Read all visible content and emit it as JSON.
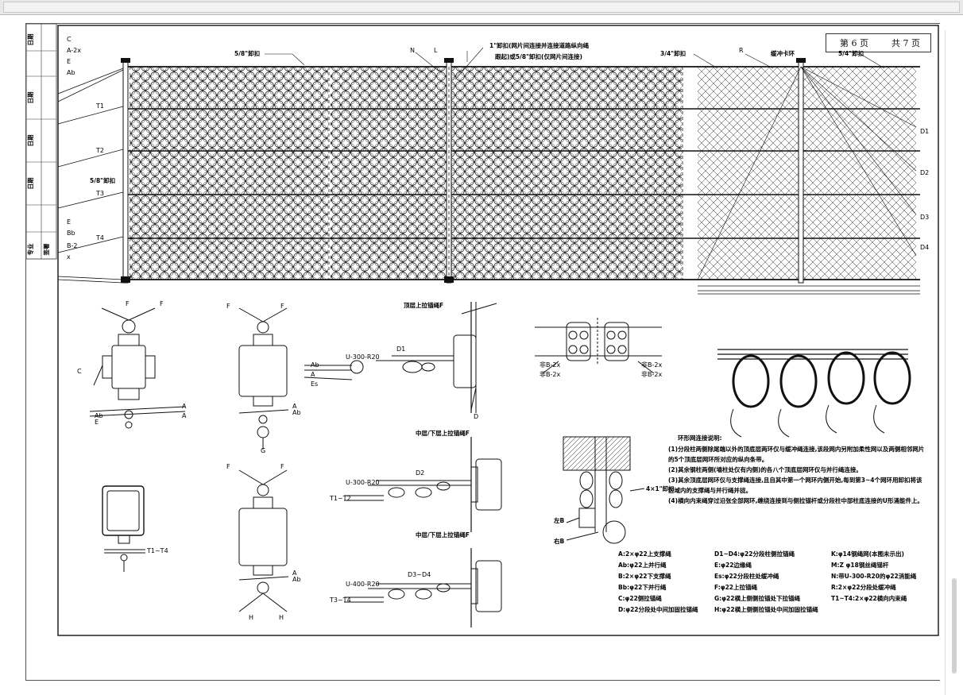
{
  "window": {
    "title": ""
  },
  "sheet": {
    "page_current": "第 6 页",
    "page_total": "共 7 页"
  },
  "title_block": {
    "cells": [
      "日期",
      "日期",
      "日期",
      "日期",
      "专业",
      "签署"
    ]
  },
  "main_view": {
    "left_labels": [
      "C",
      "A-2x",
      "E",
      "Ab",
      "T1",
      "T2",
      "5/8\"卸扣",
      "T3",
      "E",
      "Bb",
      "B-2",
      "x",
      "T4"
    ],
    "top_labels": [
      "5/8\"卸扣",
      "N",
      "L",
      "3/4\"卸扣",
      "R",
      "缓冲卡环",
      "5/4\"卸扣"
    ],
    "shackle_note_line1": "1\"卸扣(网片间连接并连接道路纵向绳",
    "shackle_note_line2": "跟起)或5/8\"卸扣(仅网片间连接)",
    "right_labels": [
      "D1",
      "D2",
      "D3",
      "D4"
    ]
  },
  "details": {
    "top_anchor_title": "顶层上拉锚绳F",
    "mid_anchor_title_1": "中层/下层上拉锚绳F",
    "mid_anchor_title_2": "中层/下层上拉锚绳F",
    "d1": "D1",
    "d2": "D2",
    "d34": "D3~D4",
    "u300a": "U-300-R20",
    "u300b": "U-300-R20",
    "u400": "U-400-R20",
    "ab": "Ab",
    "a": "A",
    "es": "Es",
    "t1t2": "T1~T2",
    "t3t4": "T3~T4",
    "d": "D",
    "f": "F",
    "c": "C",
    "e": "E",
    "g": "G",
    "h": "H",
    "t1t4": "T1~T4",
    "b2x_a": "非B-2x",
    "b2x_b": "非B-2x",
    "b2x_c": "非B-2x",
    "b2x_d": "非B-2x",
    "shackle4": "4×1\"卸扣",
    "leftB": "左B",
    "rightB": "右B"
  },
  "notes": {
    "title": "环形网连接说明:",
    "lines": [
      "(1)分段柱两侧除尾端以外的顶底层两环仅与缓冲绳连接,该段网内另附加柔性网以及两侧相邻网片",
      "的5个顶底层网环所对应的纵向条带。",
      "(2)其余钢柱两侧(墙柱处仅有内侧)的各八个顶底层网环仅与并行绳连接。",
      "(3)其余顶底层网环仅与支撑绳连接,且自其中第一个网环内侧开始,每到第3~4个网环用卸扣将该",
      "区域内的支撑绳与并行绳并拢。",
      "(4)横向内束绳穿过沿张全部网环,缠绕连接到与侧拉锚杆或分段柱中部柱底连接的U形涌能件上。"
    ]
  },
  "legend": {
    "col1": [
      "A:2×φ22上支撑绳",
      "Ab:φ22上并行绳",
      "B:2×φ22下支撑绳",
      "Bb:φ22下并行绳",
      "C:φ22侧拉锚绳",
      "D:φ22分段处中间加固拉锚绳"
    ],
    "col2": [
      "D1~D4:φ22分段柱侧拉锚绳",
      "E:φ22边缘绳",
      "Es:φ22分段柱处缓冲绳",
      "F:φ22上拉锚绳",
      "G:φ22横上侧侧拉锚处下拉锚绳",
      "H:φ22横上侧侧拉锚处中间加固拉锚绳"
    ],
    "col3": [
      "K:φ14钢绳网(本图未示出)",
      "M:Z φ18钢丝绳锚杆",
      "N:带U-300-R20的φ22消能绳",
      "R:2×φ22分段处缓冲绳",
      "T1~T4:2×φ22横向内束绳",
      ""
    ]
  },
  "colors": {
    "line": "#111111",
    "background": "#ffffff",
    "frame": "#555555"
  }
}
